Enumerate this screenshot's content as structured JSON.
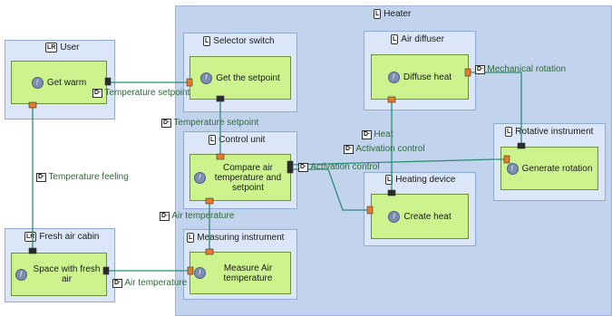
{
  "icons": {
    "block": "block-icon",
    "function": "function-icon",
    "flow": "flow-icon"
  },
  "badges": {
    "component": "L",
    "system": "LR",
    "function": "ƒ",
    "flow": "D·"
  },
  "colors": {
    "heater_bg": "#c2d3ee",
    "box_bg": "#dbe7f8",
    "function_bg": "#cdf38f",
    "connector": "#2f8a74",
    "port_orange": "#e57c2b",
    "label_green": "#2f6a3a"
  },
  "heater": {
    "title": "Heater"
  },
  "user": {
    "title": "User",
    "function": "Get warm"
  },
  "fresh_air_cabin": {
    "title": "Fresh air cabin",
    "function": "Space with fresh air"
  },
  "selector_switch": {
    "title": "Selector switch",
    "function": "Get the setpoint"
  },
  "control_unit": {
    "title": "Control unit",
    "function": "Compare air temperature and setpoint"
  },
  "measuring_instrument": {
    "title": "Measuring instrument",
    "function": "Measure Air temperature"
  },
  "air_diffuser": {
    "title": "Air diffuser",
    "function": "Diffuse heat"
  },
  "heating_device": {
    "title": "Heating device",
    "function": "Create heat"
  },
  "rotative_instrument": {
    "title": "Rotative instrument",
    "function": "Generate rotation"
  },
  "flows": {
    "temperature_setpoint_1": "Temperature setpoint",
    "temperature_setpoint_2": "Temperature setpoint",
    "temperature_feeling": "Temperature feeling",
    "air_temperature_1": "Air temperature",
    "air_temperature_2": "Air temperature",
    "activation_control_1": "Activation control",
    "activation_control_2": "Activation control",
    "heat": "Heat",
    "mechanical_rotation": "Mechanical rotation"
  }
}
